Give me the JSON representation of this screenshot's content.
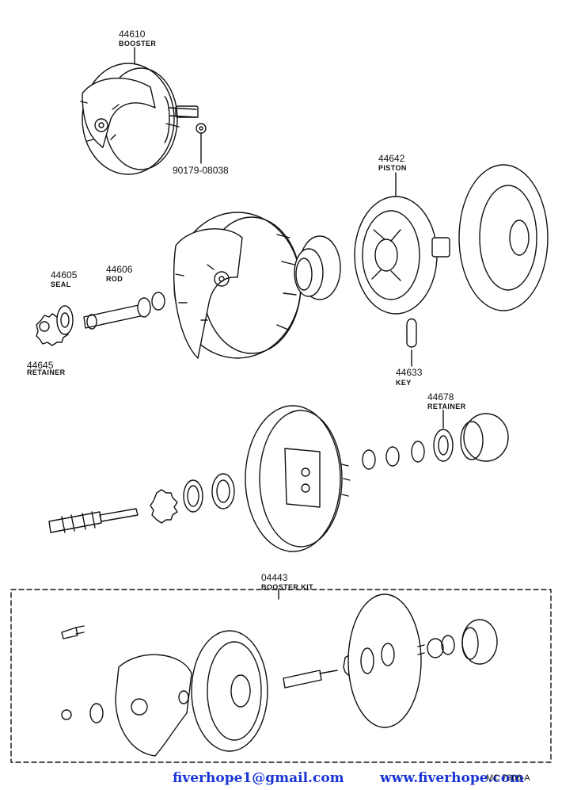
{
  "parts": [
    {
      "id": "booster",
      "number": "44610",
      "name": "BOOSTER"
    },
    {
      "id": "bolt",
      "number": "90179-08038",
      "name": ""
    },
    {
      "id": "piston",
      "number": "44642",
      "name": "PISTON"
    },
    {
      "id": "seal",
      "number": "44605",
      "name": "SEAL"
    },
    {
      "id": "rod",
      "number": "44606",
      "name": "ROD"
    },
    {
      "id": "retainer-left",
      "number": "44645",
      "name": "RETAINER"
    },
    {
      "id": "key",
      "number": "44633",
      "name": "KEY"
    },
    {
      "id": "retainer-right",
      "number": "44678",
      "name": "RETAINER"
    },
    {
      "id": "booster-kit",
      "number": "04443",
      "name": "BOOSTER KIT"
    }
  ],
  "footer": {
    "email": "fiverhope1@gmail.com",
    "website": "www.fiverhope.com",
    "drawing_code": "MC 7306-A"
  }
}
